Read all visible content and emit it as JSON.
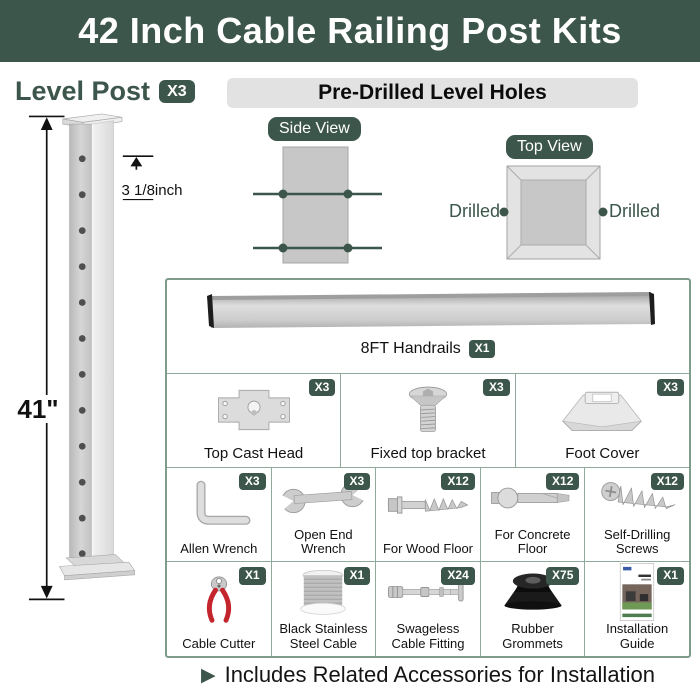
{
  "banner": {
    "title": "42 Inch Cable Railing Post Kits"
  },
  "level_post": {
    "heading": "Level Post",
    "qty_badge": "X3",
    "height_label": "41\"",
    "hole_spacing_label": "3 1/8inch"
  },
  "pre_drilled": {
    "header": "Pre-Drilled Level Holes",
    "side_view_label": "Side View",
    "top_view_label": "Top View",
    "drilled_left_label": "Drilled",
    "drilled_right_label": "Drilled"
  },
  "kit": {
    "handrail": {
      "label": "8FT Handrails",
      "qty": "X1"
    },
    "hardware_row": [
      {
        "label": "Top Cast Head",
        "qty": "X3"
      },
      {
        "label": "Fixed top bracket",
        "qty": "X3"
      },
      {
        "label": "Foot Cover",
        "qty": "X3"
      }
    ],
    "tools_row": [
      {
        "label": "Allen Wrench",
        "qty": "X3"
      },
      {
        "label": "Open End Wrench",
        "qty": "X3"
      },
      {
        "label": "For Wood Floor",
        "qty": "X12"
      },
      {
        "label": "For Concrete Floor",
        "qty": "X12"
      },
      {
        "label": "Self-Drilling Screws",
        "qty": "X12"
      }
    ],
    "accessories_row": [
      {
        "label": "Cable Cutter",
        "qty": "X1"
      },
      {
        "label": "Black Stainless Steel Cable",
        "qty": "X1"
      },
      {
        "label": "Swageless Cable Fitting",
        "qty": "X24"
      },
      {
        "label": "Rubber Grommets",
        "qty": "X75"
      },
      {
        "label": "Installation Guide",
        "qty": "X1"
      }
    ]
  },
  "footer": {
    "arrow_icon": "▶",
    "note": "Includes Related Accessories for Installation"
  },
  "colors": {
    "accent_green": "#3D564B",
    "table_border": "#7E9C8C",
    "header_bar_gray": "#E2E2E2",
    "post_gray": "#C9C9C9"
  }
}
